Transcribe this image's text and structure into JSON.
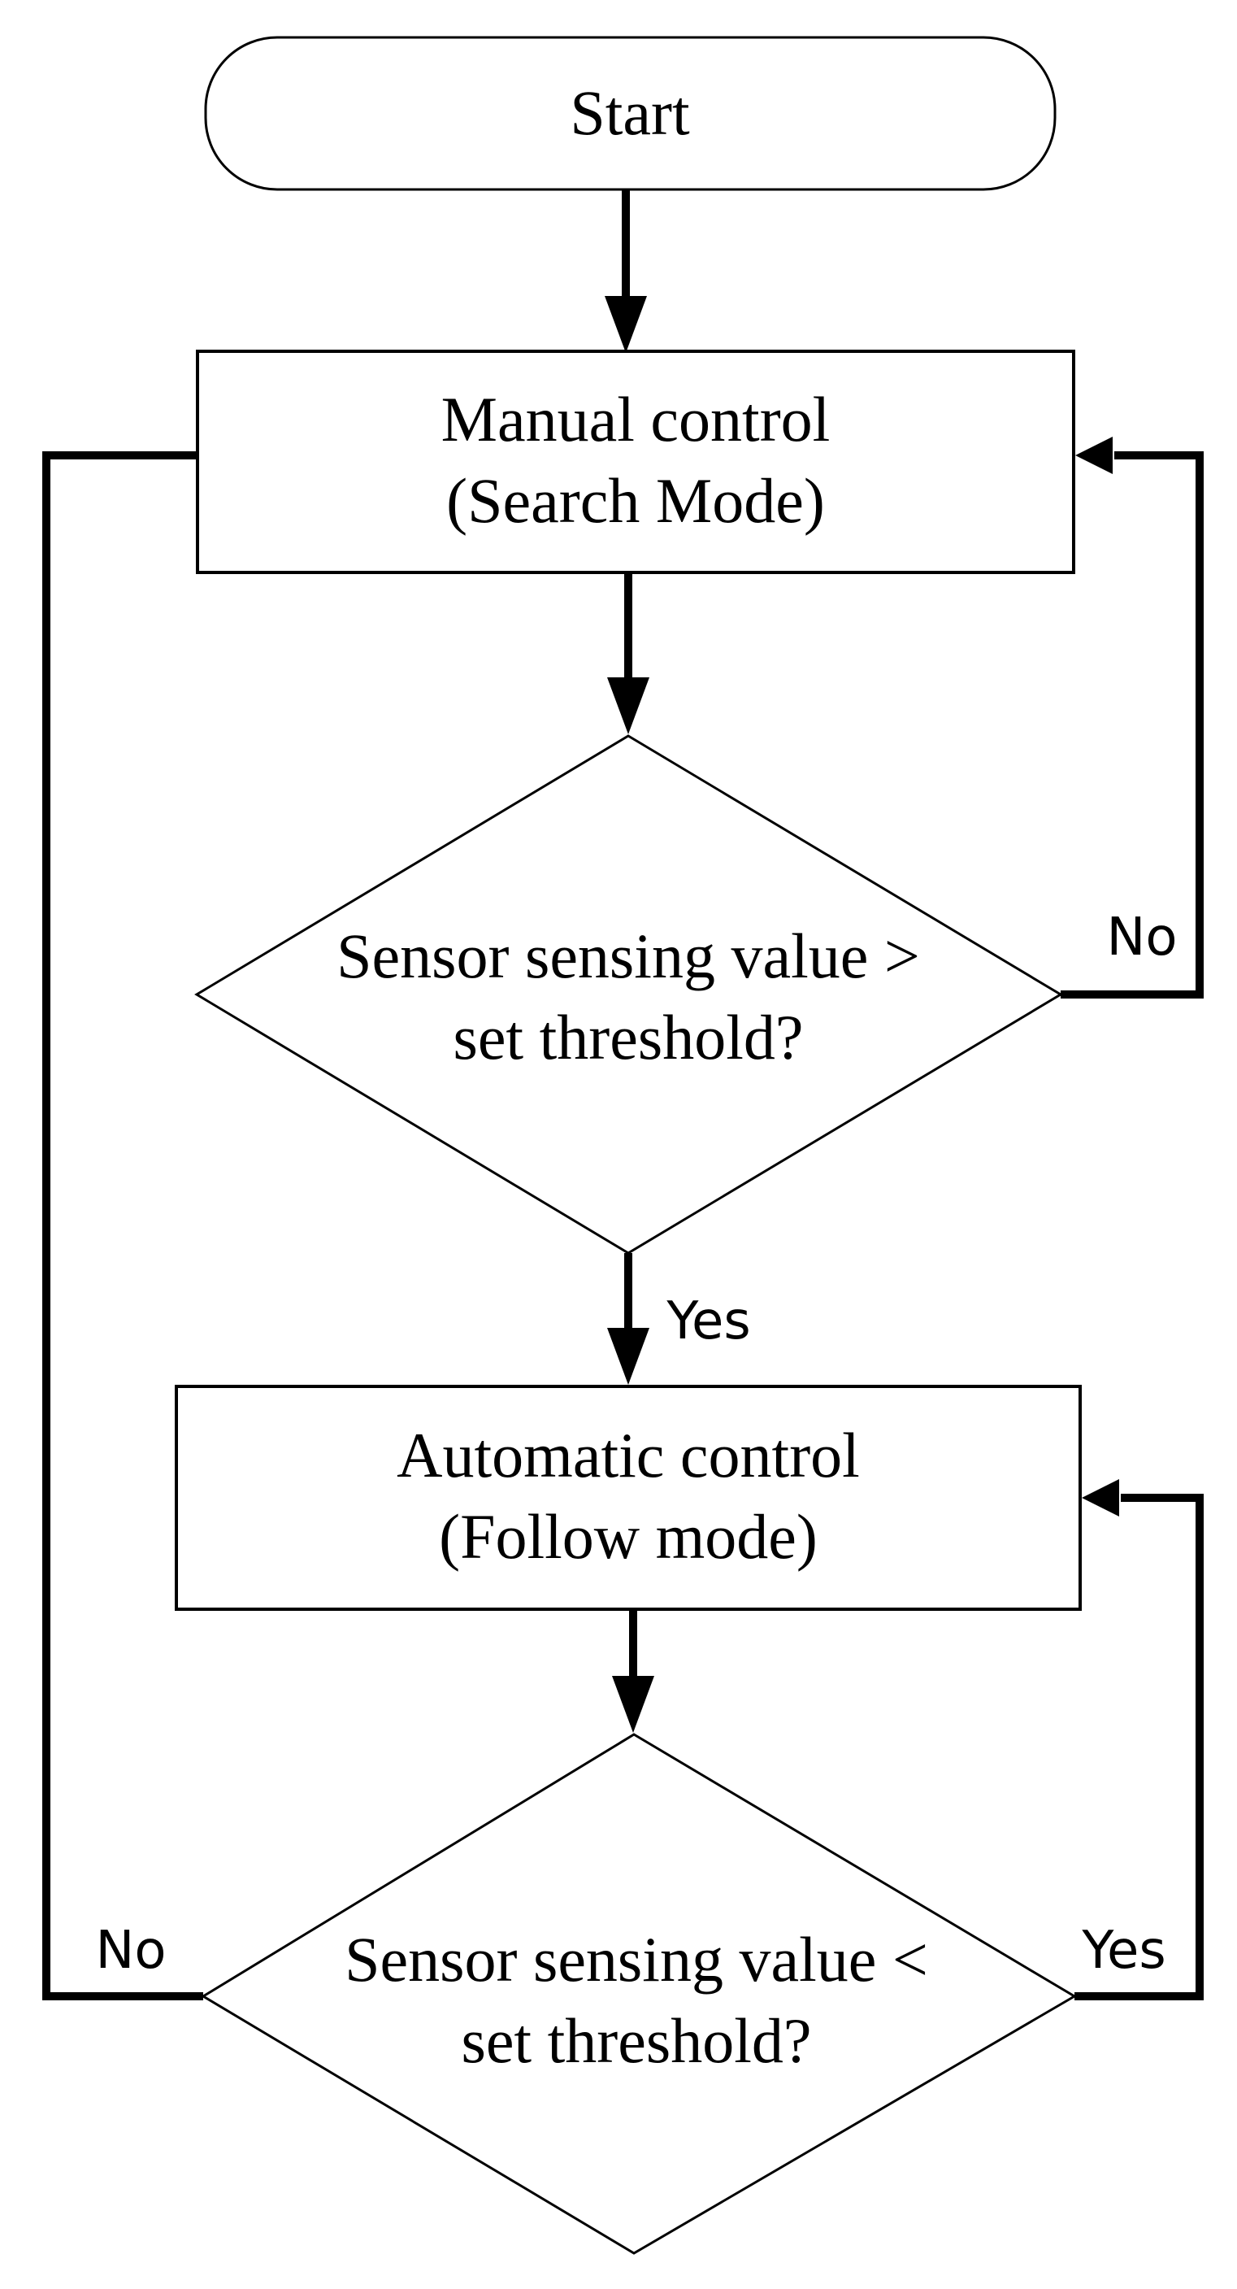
{
  "figure": {
    "type": "flowchart",
    "background_color": "#ffffff",
    "stroke_color": "#000000",
    "nodes": {
      "start": {
        "shape": "terminator",
        "label": "Start"
      },
      "manual_control": {
        "shape": "process",
        "label": "Manual control\n(Search Mode)"
      },
      "decision_1": {
        "shape": "decision",
        "label": "Sensor sensing value >\nset threshold?"
      },
      "automatic_control": {
        "shape": "process",
        "label": "Automatic control\n(Follow mode)"
      },
      "decision_2": {
        "shape": "decision",
        "label": "Sensor sensing value <\nset threshold?"
      }
    },
    "edge_labels": {
      "decision1_no": "No",
      "decision1_yes": "Yes",
      "decision2_no": "No",
      "decision2_yes": "Yes"
    },
    "edges": [
      {
        "from": "start",
        "to": "manual_control",
        "label": ""
      },
      {
        "from": "manual_control",
        "to": "decision_1",
        "label": ""
      },
      {
        "from": "decision_1",
        "to": "manual_control",
        "label": "No"
      },
      {
        "from": "decision_1",
        "to": "automatic_control",
        "label": "Yes"
      },
      {
        "from": "automatic_control",
        "to": "decision_2",
        "label": ""
      },
      {
        "from": "decision_2",
        "to": "manual_control",
        "label": "No"
      },
      {
        "from": "decision_2",
        "to": "automatic_control",
        "label": "Yes"
      }
    ]
  }
}
